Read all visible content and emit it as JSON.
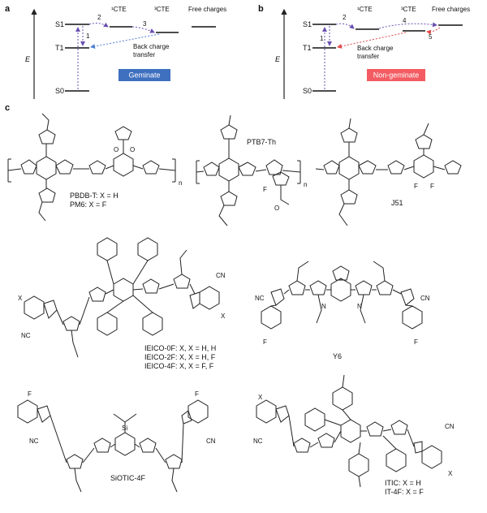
{
  "panels": [
    {
      "letter": "a",
      "energy_axis": "E",
      "levels": {
        "s1": "S1",
        "t1": "T1",
        "s0": "S0"
      },
      "state_labels": {
        "cte1": "¹CTE",
        "cte3": "³CTE",
        "free": "Free charges"
      },
      "steps": [
        "1",
        "2",
        "3"
      ],
      "back_transfer": [
        "Back charge",
        "transfer"
      ],
      "badge": {
        "text": "Geminate",
        "color": "#3f6fbf"
      }
    },
    {
      "letter": "b",
      "energy_axis": "E",
      "levels": {
        "s1": "S1",
        "t1": "T1",
        "s0": "S0"
      },
      "state_labels": {
        "cte1": "¹CTE",
        "cte3": "³CTE",
        "free": "Free charges"
      },
      "steps": [
        "1",
        "2",
        "4",
        "5"
      ],
      "back_transfer": [
        "Back charge",
        "transfer"
      ],
      "badge": {
        "text": "Non-geminate",
        "color": "#f25c62"
      }
    }
  ],
  "panel_c": {
    "letter": "c",
    "molecules": [
      {
        "id": "pbdbt",
        "captions": [
          "PBDB-T: X = H",
          "PM6: X = F"
        ]
      },
      {
        "id": "ptb7",
        "captions": [
          "PTB7-Th"
        ]
      },
      {
        "id": "j51",
        "captions": [
          "J51"
        ]
      },
      {
        "id": "ieico",
        "captions": [
          "IEICO-0F: X, X = H, H",
          "IEICO-2F: X, X = H, F",
          "IEICO-4F: X, X = F, F"
        ]
      },
      {
        "id": "y6",
        "captions": [
          "Y6"
        ]
      },
      {
        "id": "siotic",
        "captions": [
          "SiOTIC-4F"
        ]
      },
      {
        "id": "itic",
        "captions": [
          "ITIC: X = H",
          "IT-4F: X = F"
        ]
      }
    ]
  },
  "colors": {
    "step_purple": "#6a4fb0",
    "step_red": "#e04848",
    "step_blue": "#4f7fd0"
  }
}
